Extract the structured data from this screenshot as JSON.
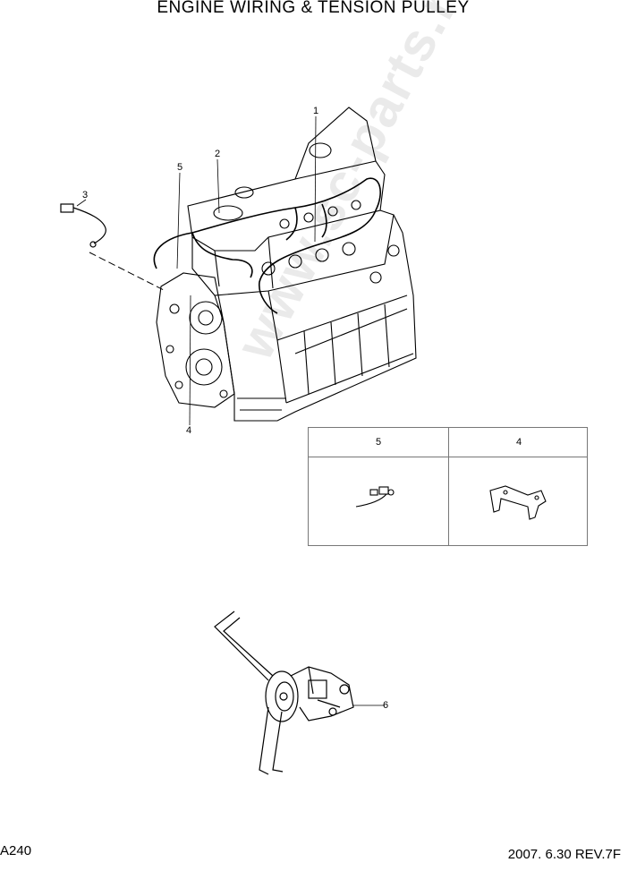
{
  "title": "ENGINE WIRING & TENSION PULLEY",
  "page_code": "A240",
  "revision": "2007. 6.30 REV.7F",
  "callouts": [
    "1",
    "2",
    "3",
    "4",
    "5",
    "6"
  ],
  "detail_table": {
    "headers": [
      "5",
      "4"
    ]
  },
  "watermark": "www.sc-parts.ru"
}
